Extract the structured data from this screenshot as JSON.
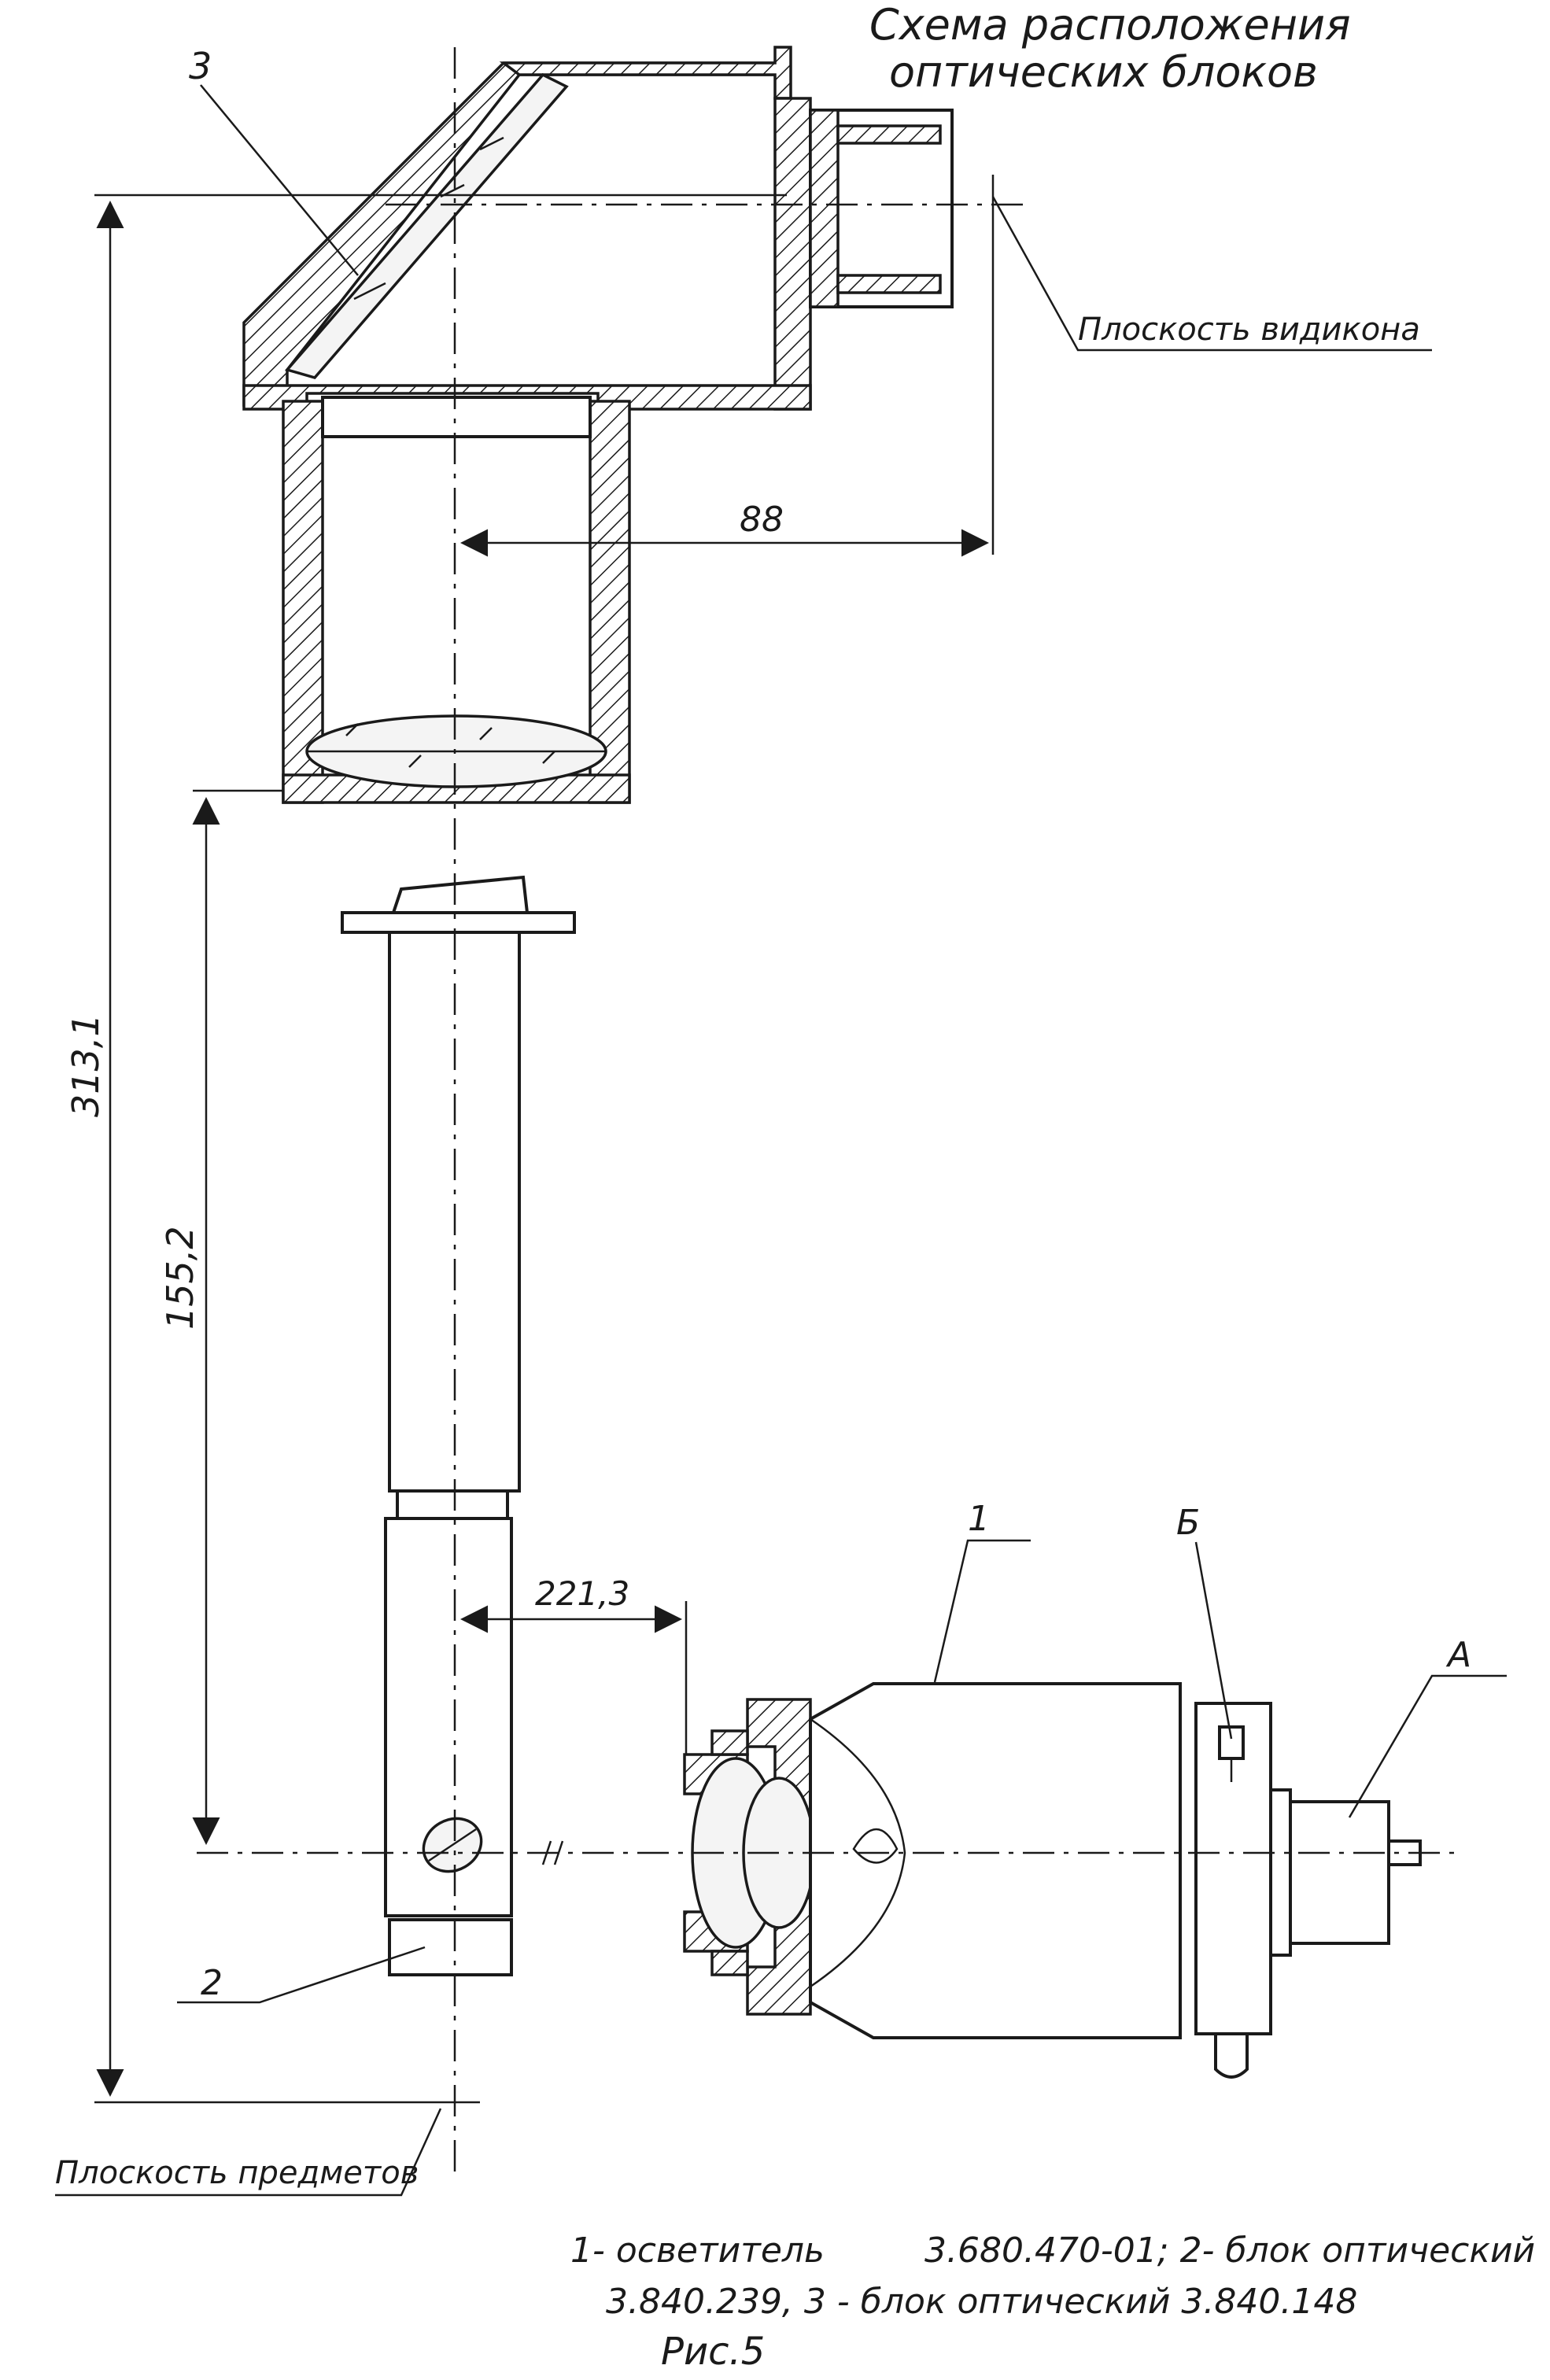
{
  "title": {
    "line1": "Схема расположения",
    "line2": "оптических блоков"
  },
  "labels": {
    "vidicon_plane": "Плоскость видикона",
    "object_plane": "Плоскость предметов",
    "part_1": "1",
    "part_2": "2",
    "part_3": "3",
    "part_A": "А",
    "part_B": "Б"
  },
  "dimensions": {
    "d88": "88",
    "d313": "313,1",
    "d155": "155,2",
    "d221": "221,3"
  },
  "caption": {
    "line1a": "1- осветитель",
    "line1b": "3.680.470-01; 2- блок оптический",
    "line2": "3.840.239, 3 - блок оптический  3.840.148",
    "fig": "Рис.5"
  }
}
